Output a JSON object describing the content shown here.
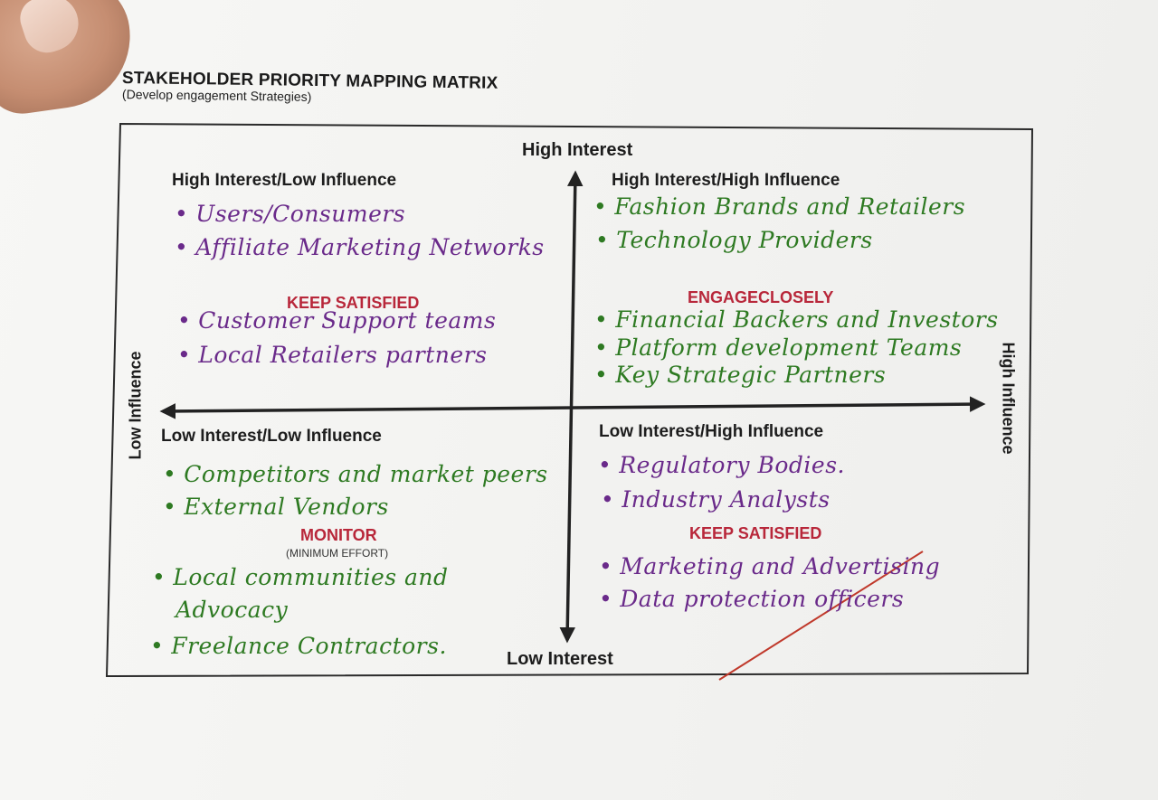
{
  "header": {
    "title": "STAKEHOLDER PRIORITY MAPPING MATRIX",
    "subtitle": "(Develop engagement Strategies)"
  },
  "axes": {
    "top": "High Interest",
    "bottom": "Low Interest",
    "left": "Low Influence",
    "right": "High Influence"
  },
  "quadrants": {
    "top_left": {
      "heading": "High Interest/Low Influence",
      "items_a": [
        "Users/Consumers",
        "Affiliate Marketing Networks"
      ],
      "strategy": "KEEP SATISFIED",
      "items_b": [
        "Customer Support teams",
        "Local Retailers partners"
      ]
    },
    "top_right": {
      "heading": "High Interest/High Influence",
      "items_a": [
        "Fashion Brands and Retailers",
        "Technology Providers"
      ],
      "strategy": "ENGAGECLOSELY",
      "items_b": [
        "Financial Backers and Investors",
        "Platform development Teams",
        "Key Strategic Partners"
      ]
    },
    "bottom_left": {
      "heading": "Low Interest/Low Influence",
      "items_a": [
        "Competitors and market peers",
        "External Vendors"
      ],
      "strategy": "MONITOR",
      "strategy_note": "(MINIMUM EFFORT)",
      "items_b": [
        "Local communities and",
        "Advocacy",
        "Freelance Contractors."
      ]
    },
    "bottom_right": {
      "heading": "Low Interest/High Influence",
      "items_a": [
        "Regulatory Bodies.",
        "Industry Analysts"
      ],
      "strategy": "KEEP SATISFIED",
      "items_b": [
        "Marketing and Advertising",
        "Data protection officers"
      ]
    }
  },
  "colors": {
    "strategy": "#b8273a",
    "ink_purple": "#6a2a8a",
    "ink_green": "#2e7a22",
    "strike_red": "#c0392b"
  }
}
